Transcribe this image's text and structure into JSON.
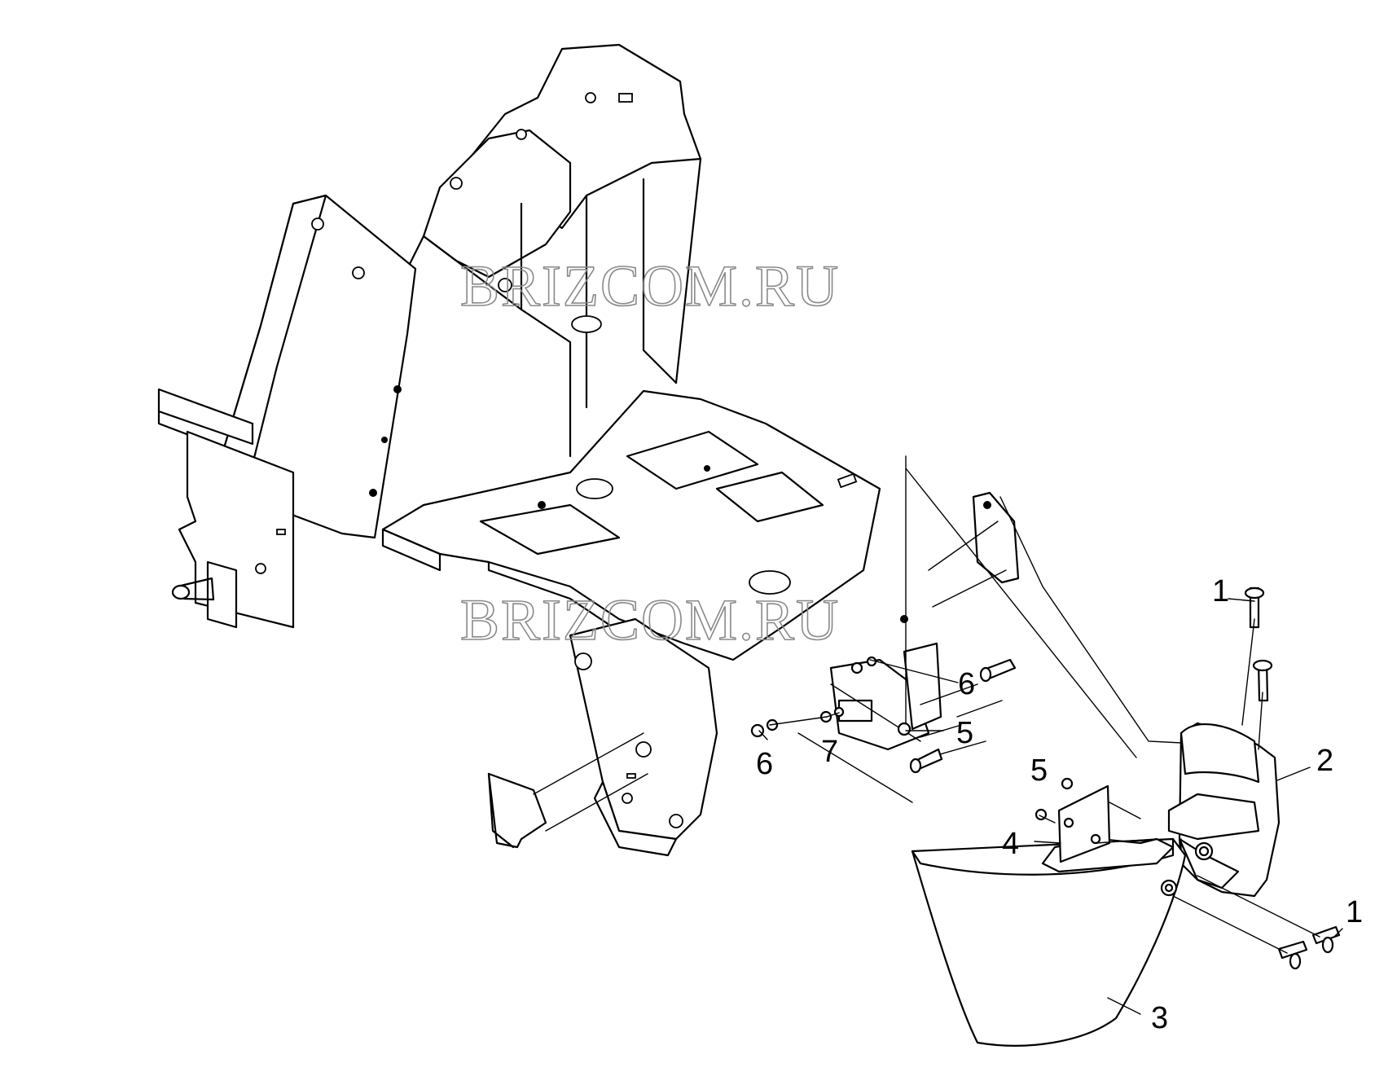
{
  "watermark": {
    "upper": "BRIZCOM.RU",
    "lower": "BRIZCOM.RU"
  },
  "callouts": [
    {
      "id": "c1a",
      "label": "1"
    },
    {
      "id": "c2",
      "label": "2"
    },
    {
      "id": "c6a",
      "label": "6"
    },
    {
      "id": "c5a",
      "label": "5"
    },
    {
      "id": "c7",
      "label": "7"
    },
    {
      "id": "c6b",
      "label": "6"
    },
    {
      "id": "c5b",
      "label": "5"
    },
    {
      "id": "c4",
      "label": "4"
    },
    {
      "id": "c1b",
      "label": "1"
    },
    {
      "id": "c3",
      "label": "3"
    }
  ],
  "colors": {
    "line": "#000000",
    "background": "#ffffff",
    "watermark": "#8a8a8a"
  }
}
